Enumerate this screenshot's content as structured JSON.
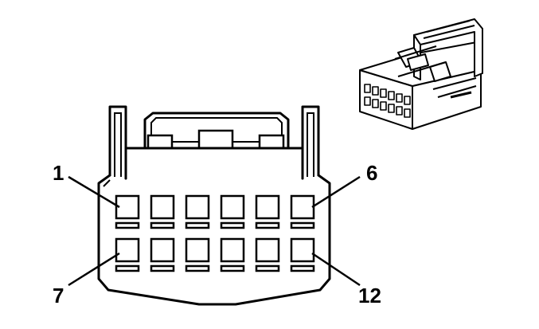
{
  "connector": {
    "pin_labels": [
      {
        "id": "pin-1",
        "text": "1"
      },
      {
        "id": "pin-6",
        "text": "6"
      },
      {
        "id": "pin-7",
        "text": "7"
      },
      {
        "id": "pin-12",
        "text": "12"
      }
    ],
    "rows": 2,
    "cavities_per_row": 6
  }
}
